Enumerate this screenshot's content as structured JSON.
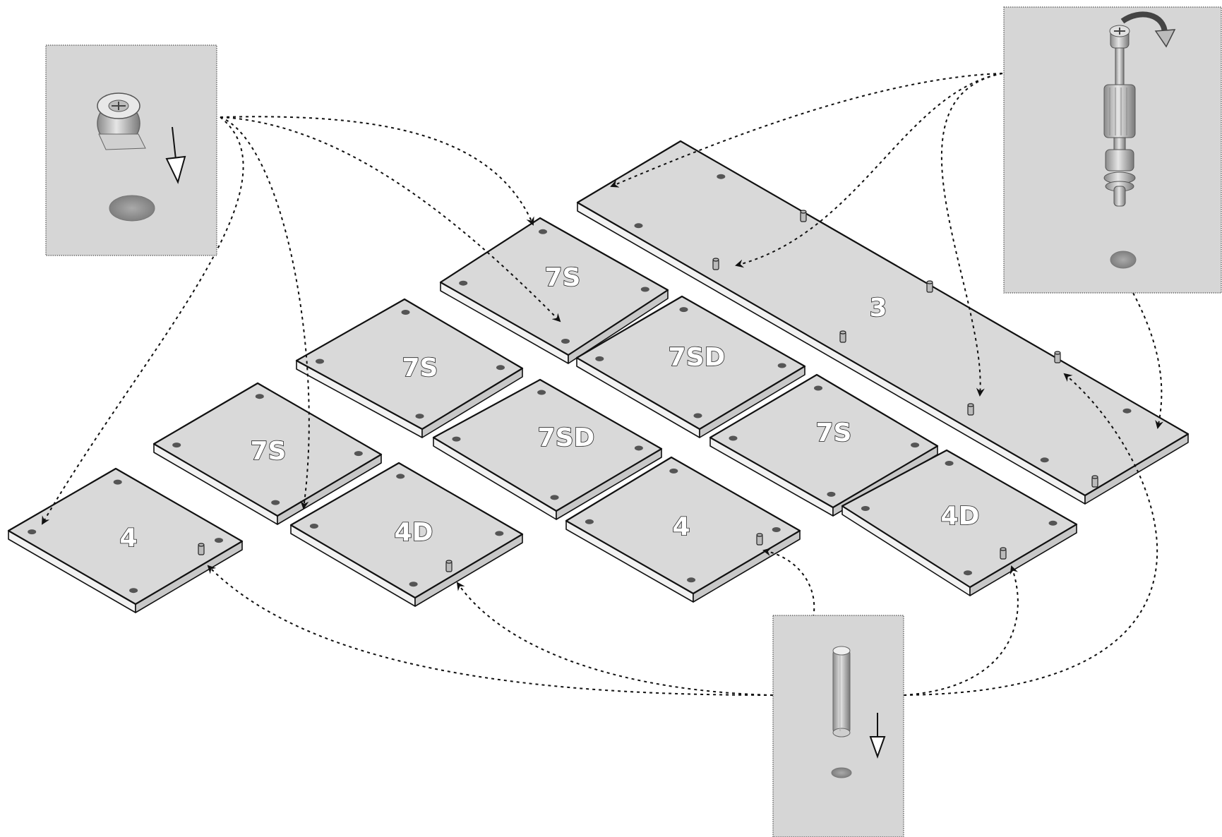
{
  "panels": [
    {
      "id": "p-7s-a",
      "label": "7S"
    },
    {
      "id": "p-7s-b",
      "label": "7S"
    },
    {
      "id": "p-7s-c",
      "label": "7S"
    },
    {
      "id": "p-7s-d",
      "label": "7S"
    },
    {
      "id": "p-7sd-a",
      "label": "7SD"
    },
    {
      "id": "p-7sd-b",
      "label": "7SD"
    },
    {
      "id": "p-4-a",
      "label": "4"
    },
    {
      "id": "p-4-b",
      "label": "4"
    },
    {
      "id": "p-4d-a",
      "label": "4D"
    },
    {
      "id": "p-4d-b",
      "label": "4D"
    },
    {
      "id": "p-3",
      "label": "3"
    }
  ],
  "insets": [
    {
      "id": "cam-lock-inset",
      "part": "cam-lock-nut",
      "motion": "insert-down"
    },
    {
      "id": "cam-bolt-inset",
      "part": "cam-bolt",
      "motion": "rotate-clockwise"
    },
    {
      "id": "dowel-inset",
      "part": "wooden-dowel",
      "motion": "insert-down"
    }
  ],
  "colors": {
    "panel_fill": "#d9d9d9",
    "inset_fill": "#d6d6d6",
    "outline": "#111111",
    "label_fill": "#ffffff"
  }
}
